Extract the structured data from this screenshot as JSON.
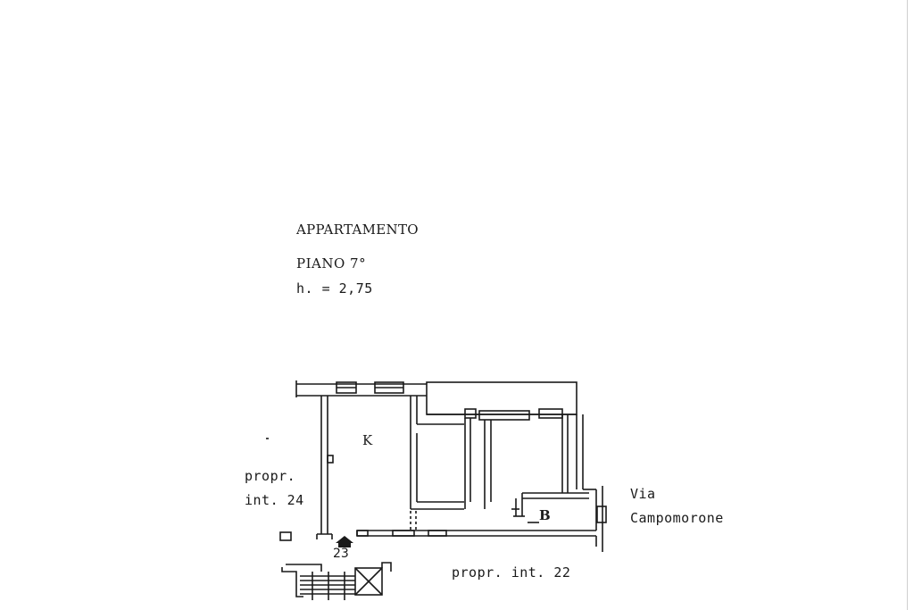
{
  "header": {
    "title": "APPARTAMENTO",
    "floor": "PIANO 7°",
    "height": "h. = 2,75"
  },
  "rooms": {
    "kitchen_label": "K",
    "bathroom_label": "B"
  },
  "neighbors": {
    "left_line1": "propr.",
    "left_line2": "int. 24",
    "bottom": "propr. int. 22"
  },
  "street": {
    "line1": "Via",
    "line2": "Campomorone"
  },
  "entrance": {
    "unit_number": "23"
  },
  "colors": {
    "ink": "#1a1a1a",
    "paper": "#ffffff"
  }
}
